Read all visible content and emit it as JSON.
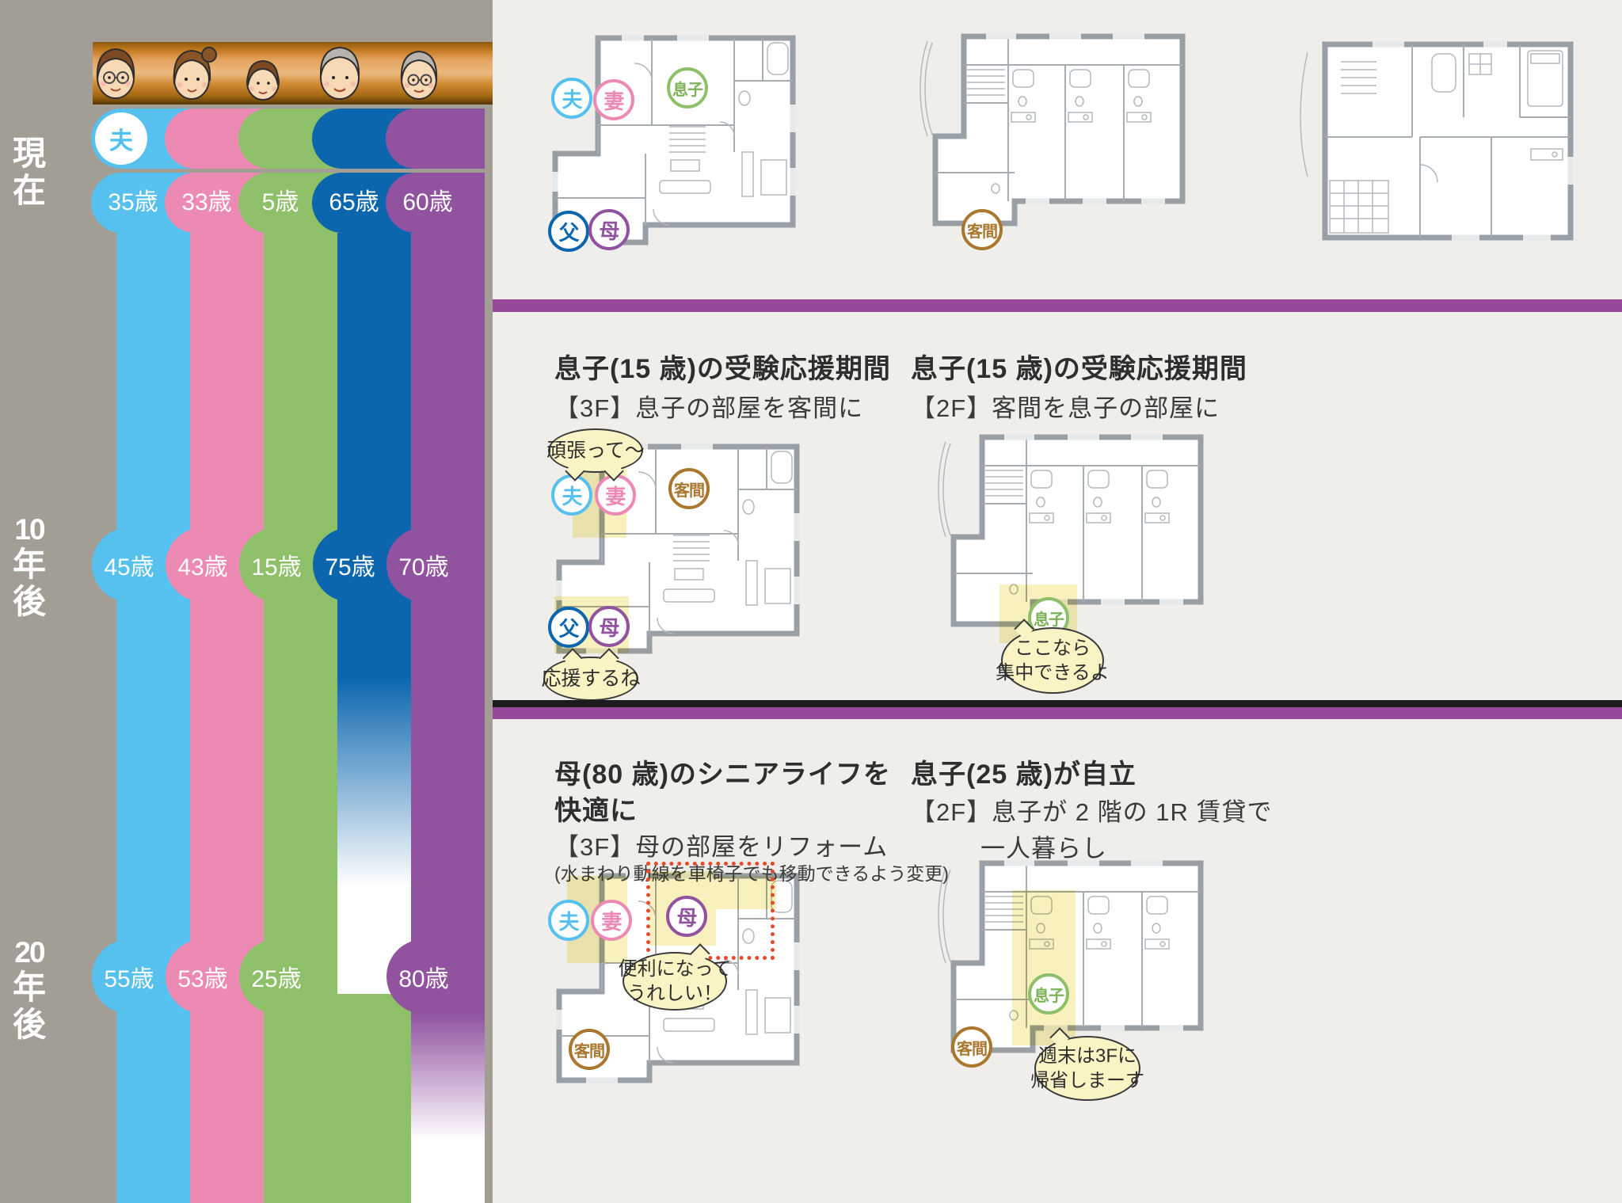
{
  "colors": {
    "background_gray": "#a29d95",
    "panel_beige": "#efeeea",
    "divider_purple": "#96489b",
    "divider_black": "#1c1c1c",
    "husband_blue": "#56c0ee",
    "wife_pink": "#ec8ab4",
    "son_green": "#8ec06a",
    "father_darkblue": "#0b66ae",
    "mother_purple": "#9153a0",
    "guest_room_brown": "#a9772e",
    "highlight_yellow": "#f9f1bd",
    "reform_dotted_red": "#e84a2a",
    "bubble_yellow": "#faf4c5"
  },
  "timeline": {
    "rows": [
      {
        "id": "now",
        "label_parts": [
          "現",
          "在"
        ]
      },
      {
        "id": "ten_years_later",
        "label_parts": [
          "10",
          "年",
          "後"
        ]
      },
      {
        "id": "twenty_years_later",
        "label_parts": [
          "20",
          "年",
          "後"
        ]
      }
    ],
    "members": [
      {
        "id": "husband",
        "label": "夫",
        "color": "#56c0ee",
        "age_now": "35歳",
        "age_ten": "45歳",
        "age_twenty": "55歳"
      },
      {
        "id": "wife",
        "label": "妻",
        "color": "#ec8ab4",
        "age_now": "33歳",
        "age_ten": "43歳",
        "age_twenty": "53歳"
      },
      {
        "id": "son",
        "label": "息子",
        "color": "#8ec06a",
        "age_now": "5歳",
        "age_ten": "15歳",
        "age_twenty": "25歳"
      },
      {
        "id": "father",
        "label": "父",
        "color": "#0b66ae",
        "age_now": "65歳",
        "age_ten": "75歳",
        "age_twenty": ""
      },
      {
        "id": "mother",
        "label": "母",
        "color": "#9153a0",
        "age_now": "60歳",
        "age_ten": "70歳",
        "age_twenty": "80歳"
      }
    ]
  },
  "present": {
    "guest_room_label": "客間"
  },
  "ten_left": {
    "title": "息子(15 歳)の受験応援期間",
    "subtitle": "【3F】息子の部屋を客間に",
    "bubble_top": "頑張って〜",
    "bubble_bottom": "応援するね",
    "room_label": "客間"
  },
  "ten_right": {
    "title": "息子(15 歳)の受験応援期間",
    "subtitle": "【2F】客間を息子の部屋に",
    "bubble_line1": "ここなら",
    "bubble_line2": "集中できるよ"
  },
  "twenty_left": {
    "title_line1": "母(80 歳)のシニアライフを",
    "title_line2": "快適に",
    "subtitle": "【3F】母の部屋をリフォーム",
    "note": "(水まわり動線を車椅子でも移動できるよう変更)",
    "bubble_line1": "便利になって",
    "bubble_line2": "うれしい！",
    "room_label": "客間"
  },
  "twenty_right": {
    "title": "息子(25 歳)が自立",
    "subtitle_line1": "【2F】息子が 2 階の 1R 賃貸で",
    "subtitle_line2": "一人暮らし",
    "bubble_line1": "週末は3Fに",
    "bubble_line2": "帰省しまーす",
    "room_label": "客間"
  }
}
